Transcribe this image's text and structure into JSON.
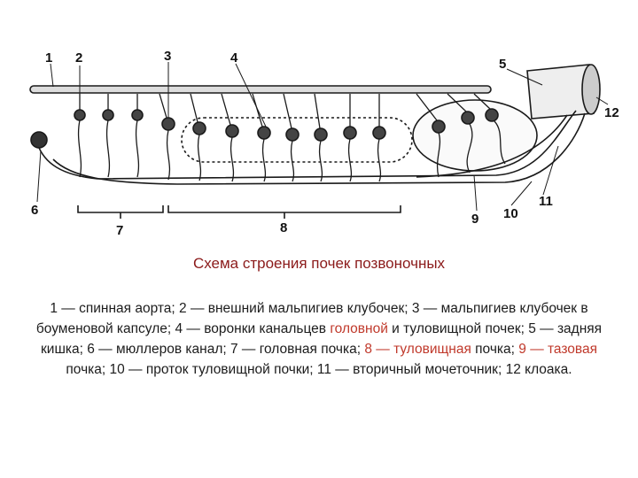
{
  "diagram": {
    "labels": [
      "1",
      "2",
      "3",
      "4",
      "5",
      "6",
      "7",
      "8",
      "9",
      "10",
      "11",
      "12"
    ]
  },
  "caption": {
    "title": "Схема строения почек позвоночных",
    "legend_parts": [
      "1 — спинная аорта; 2 — внешний мальпигиев клубочек; 3 — мальпигиев клубочек в боуменовой капсуле; 4 — воронки канальцев ",
      "головной",
      " и туловищной почек; 5 — задняя кишка; 6 — мюллеров канал; 7 — головная почка; ",
      "8 — туловищная",
      " почка; ",
      "9 — тазовая",
      " почка; 10 — проток туловищной почки; 11 — вторичный мочеточник; 12 клоака."
    ]
  },
  "colors": {
    "line": "#1a1a1a",
    "title": "#8b1a1a",
    "highlight": "#c0392b"
  }
}
